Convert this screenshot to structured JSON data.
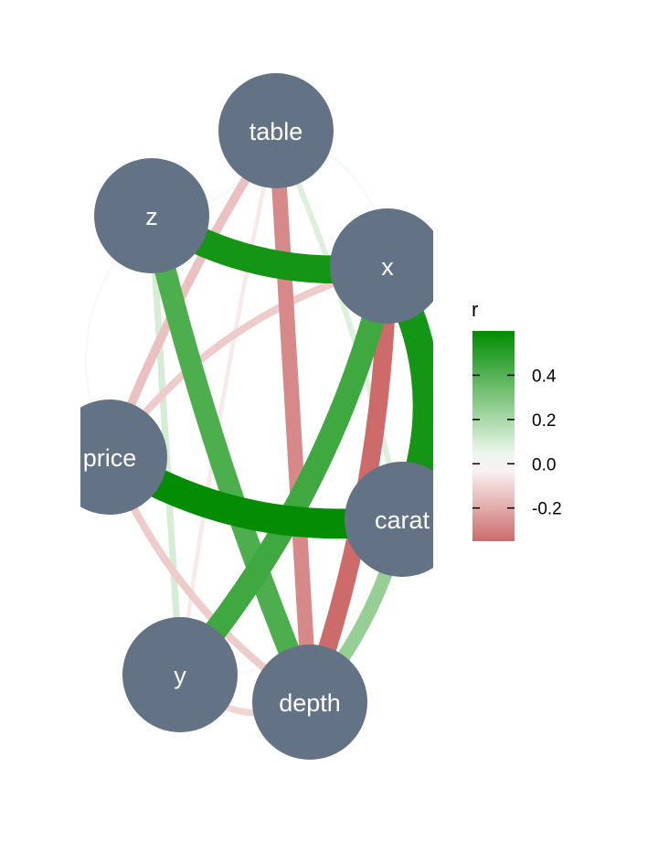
{
  "chart_data": {
    "type": "network",
    "nodes": [
      {
        "id": "table",
        "label": "table"
      },
      {
        "id": "z",
        "label": "z"
      },
      {
        "id": "x",
        "label": "x"
      },
      {
        "id": "price",
        "label": "price"
      },
      {
        "id": "carat",
        "label": "carat"
      },
      {
        "id": "y",
        "label": "y"
      },
      {
        "id": "depth",
        "label": "depth"
      }
    ],
    "edges": [
      {
        "from": "price",
        "to": "carat",
        "r": 0.59
      },
      {
        "from": "z",
        "to": "x",
        "r": 0.55
      },
      {
        "from": "x",
        "to": "carat",
        "r": 0.55
      },
      {
        "from": "x",
        "to": "y",
        "r": 0.45
      },
      {
        "from": "z",
        "to": "depth",
        "r": 0.42
      },
      {
        "from": "carat",
        "to": "depth",
        "r": 0.25
      },
      {
        "from": "z",
        "to": "y",
        "r": 0.1
      },
      {
        "from": "table",
        "to": "carat",
        "r": 0.08
      },
      {
        "from": "x",
        "to": "depth",
        "r": -0.35
      },
      {
        "from": "table",
        "to": "depth",
        "r": -0.28
      },
      {
        "from": "table",
        "to": "price",
        "r": -0.15
      },
      {
        "from": "x",
        "to": "price",
        "r": -0.12
      },
      {
        "from": "price",
        "to": "depth",
        "r": -0.12
      },
      {
        "from": "y",
        "to": "depth",
        "r": -0.1
      },
      {
        "from": "table",
        "to": "y",
        "r": -0.05
      },
      {
        "from": "z",
        "to": "table",
        "r": 0.02
      },
      {
        "from": "table",
        "to": "x",
        "r": 0.02
      },
      {
        "from": "z",
        "to": "price",
        "r": 0.02
      },
      {
        "from": "carat",
        "to": "y",
        "r": 0.02
      }
    ],
    "legend": {
      "title": "r",
      "ticks": [
        0.4,
        0.2,
        0.0,
        -0.2
      ],
      "tick_labels": [
        "0.4",
        "0.2",
        "0.0",
        "-0.2"
      ],
      "range": [
        -0.35,
        0.6
      ],
      "colors": {
        "negative": "#cd6b6b",
        "zero": "#ffffff",
        "positive": "#008b00"
      },
      "placement": "right"
    },
    "node_color": "#637385",
    "node_label_color": "#ffffff"
  }
}
